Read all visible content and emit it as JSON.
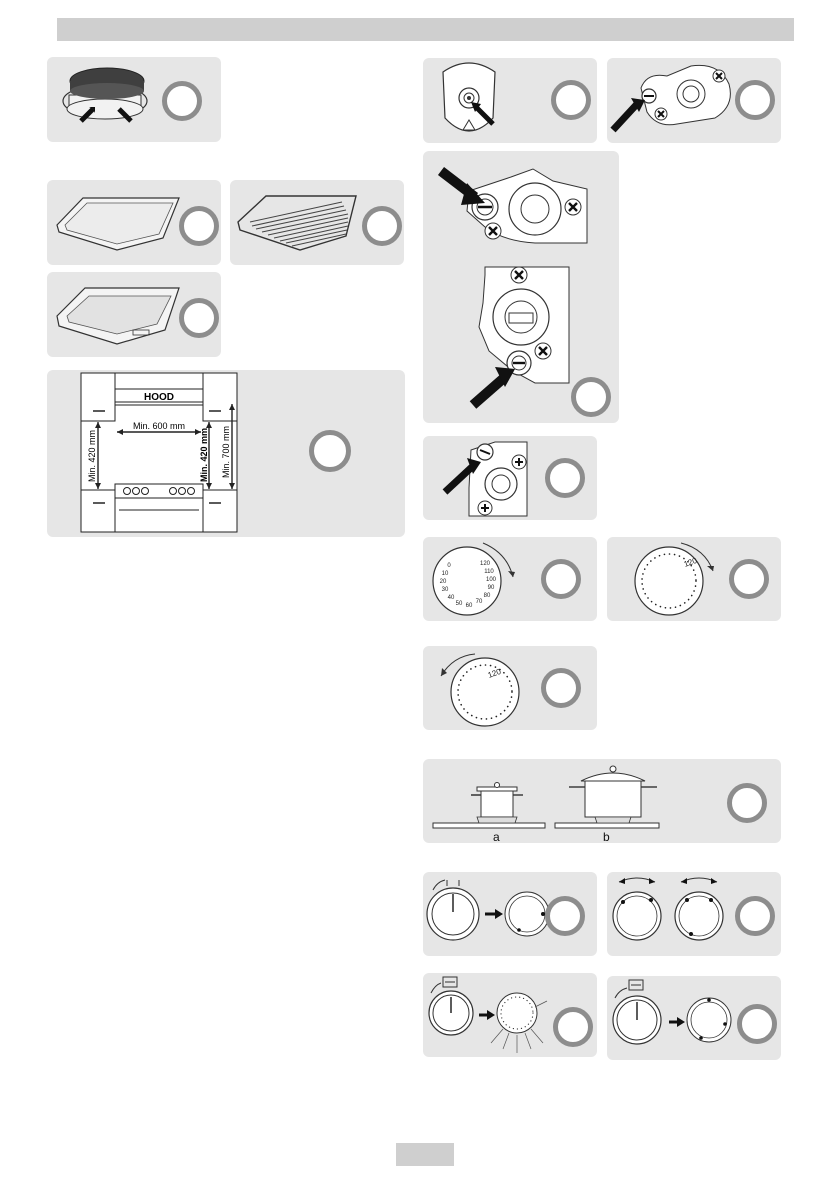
{
  "figure": {
    "hood_label": "HOOD",
    "dimension_width": "Min. 600 mm",
    "dimension_left": "Min. 420 mm",
    "dimension_right": "Min. 420 mm",
    "dimension_hood": "Min. 700 mm"
  },
  "knob_scales": {
    "scale_a": [
      "0",
      "10",
      "20",
      "30",
      "40",
      "50",
      "60",
      "70",
      "80",
      "90",
      "100",
      "110",
      "120"
    ],
    "timer_120": "120"
  },
  "pans": {
    "label_a": "a",
    "label_b": "b"
  },
  "colors": {
    "panel": "#e6e6e6",
    "badge_ring": "#8d8d8d",
    "header_bar": "#cfcfcf"
  }
}
